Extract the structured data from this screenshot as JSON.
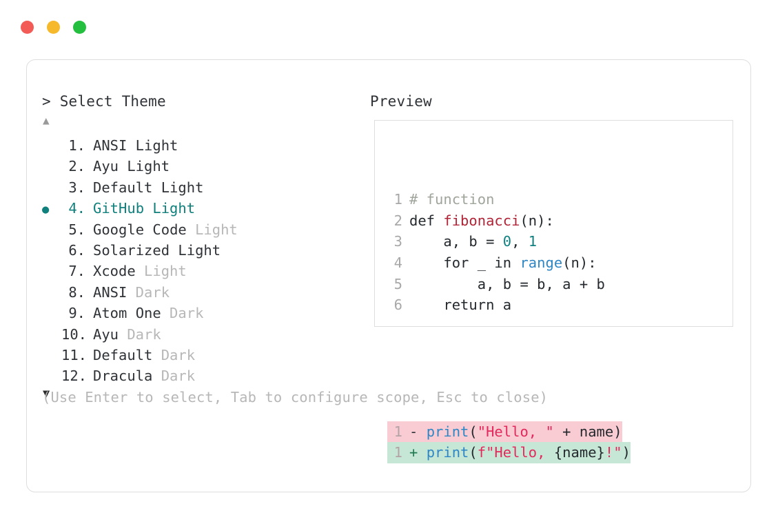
{
  "window": {
    "traffic_lights": [
      {
        "name": "close",
        "color": "#f35b56"
      },
      {
        "name": "minimize",
        "color": "#f5b92b"
      },
      {
        "name": "maximize",
        "color": "#24bf3f"
      }
    ]
  },
  "colors": {
    "accent_teal": "#10807c",
    "text": "#2f3337",
    "muted": "#b7b7b7",
    "border": "#dedede",
    "diff_add_bg": "#c6e7d6",
    "diff_del_bg": "#f9ccd3",
    "string": "#e3285c",
    "function": "#b02537",
    "builtin": "#2f86c5",
    "number": "#108080",
    "comment": "#a0a59c"
  },
  "prompt": {
    "marker": ">",
    "title": "Select Theme"
  },
  "preview": {
    "label": "Preview"
  },
  "scroll": {
    "up_arrow": "▲",
    "down_arrow": "▼"
  },
  "selection": {
    "bullet": "●",
    "selected_index": 4
  },
  "themes": [
    {
      "index": "1.",
      "name": "ANSI",
      "variant": "Light",
      "variant_muted": false,
      "selected": false
    },
    {
      "index": "2.",
      "name": "Ayu",
      "variant": "Light",
      "variant_muted": false,
      "selected": false
    },
    {
      "index": "3.",
      "name": "Default",
      "variant": "Light",
      "variant_muted": false,
      "selected": false
    },
    {
      "index": "4.",
      "name": "GitHub",
      "variant": "Light",
      "variant_muted": false,
      "selected": true
    },
    {
      "index": "5.",
      "name": "Google Code",
      "variant": "Light",
      "variant_muted": true,
      "selected": false
    },
    {
      "index": "6.",
      "name": "Solarized",
      "variant": "Light",
      "variant_muted": false,
      "selected": false
    },
    {
      "index": "7.",
      "name": "Xcode",
      "variant": "Light",
      "variant_muted": true,
      "selected": false
    },
    {
      "index": "8.",
      "name": "ANSI",
      "variant": "Dark",
      "variant_muted": true,
      "selected": false
    },
    {
      "index": "9.",
      "name": "Atom One",
      "variant": "Dark",
      "variant_muted": true,
      "selected": false
    },
    {
      "index": "10.",
      "name": "Ayu",
      "variant": "Dark",
      "variant_muted": true,
      "selected": false
    },
    {
      "index": "11.",
      "name": "Default",
      "variant": "Dark",
      "variant_muted": true,
      "selected": false
    },
    {
      "index": "12.",
      "name": "Dracula",
      "variant": "Dark",
      "variant_muted": true,
      "selected": false
    }
  ],
  "code": {
    "lines": [
      {
        "ln": "1",
        "tokens": [
          {
            "t": "# function",
            "c": "comment"
          }
        ]
      },
      {
        "ln": "2",
        "tokens": [
          {
            "t": "def ",
            "c": "kw"
          },
          {
            "t": "fibonacci",
            "c": "fn"
          },
          {
            "t": "(n):",
            "c": "plain"
          }
        ]
      },
      {
        "ln": "3",
        "tokens": [
          {
            "t": "    a, b = ",
            "c": "plain"
          },
          {
            "t": "0",
            "c": "num"
          },
          {
            "t": ", ",
            "c": "plain"
          },
          {
            "t": "1",
            "c": "num"
          }
        ]
      },
      {
        "ln": "4",
        "tokens": [
          {
            "t": "    for _ in ",
            "c": "plain"
          },
          {
            "t": "range",
            "c": "builtin"
          },
          {
            "t": "(n):",
            "c": "plain"
          }
        ]
      },
      {
        "ln": "5",
        "tokens": [
          {
            "t": "        a, b = b, a + b",
            "c": "plain"
          }
        ]
      },
      {
        "ln": "6",
        "tokens": [
          {
            "t": "    return a",
            "c": "plain"
          }
        ]
      }
    ],
    "diff": [
      {
        "ln": "1",
        "sign": "-",
        "kind": "removed",
        "tokens": [
          {
            "t": "print",
            "c": "blue"
          },
          {
            "t": "(",
            "c": "punct"
          },
          {
            "t": "\"Hello, \"",
            "c": "str"
          },
          {
            "t": " + name)",
            "c": "plain"
          }
        ]
      },
      {
        "ln": "1",
        "sign": "+",
        "kind": "added",
        "tokens": [
          {
            "t": "print",
            "c": "blue"
          },
          {
            "t": "(",
            "c": "punct"
          },
          {
            "t": "f\"Hello, ",
            "c": "str"
          },
          {
            "t": "{name}",
            "c": "plain"
          },
          {
            "t": "!\"",
            "c": "str"
          },
          {
            "t": ")",
            "c": "punct"
          }
        ]
      }
    ]
  },
  "footer": {
    "hint": "(Use Enter to select, Tab to configure scope, Esc to close)"
  }
}
